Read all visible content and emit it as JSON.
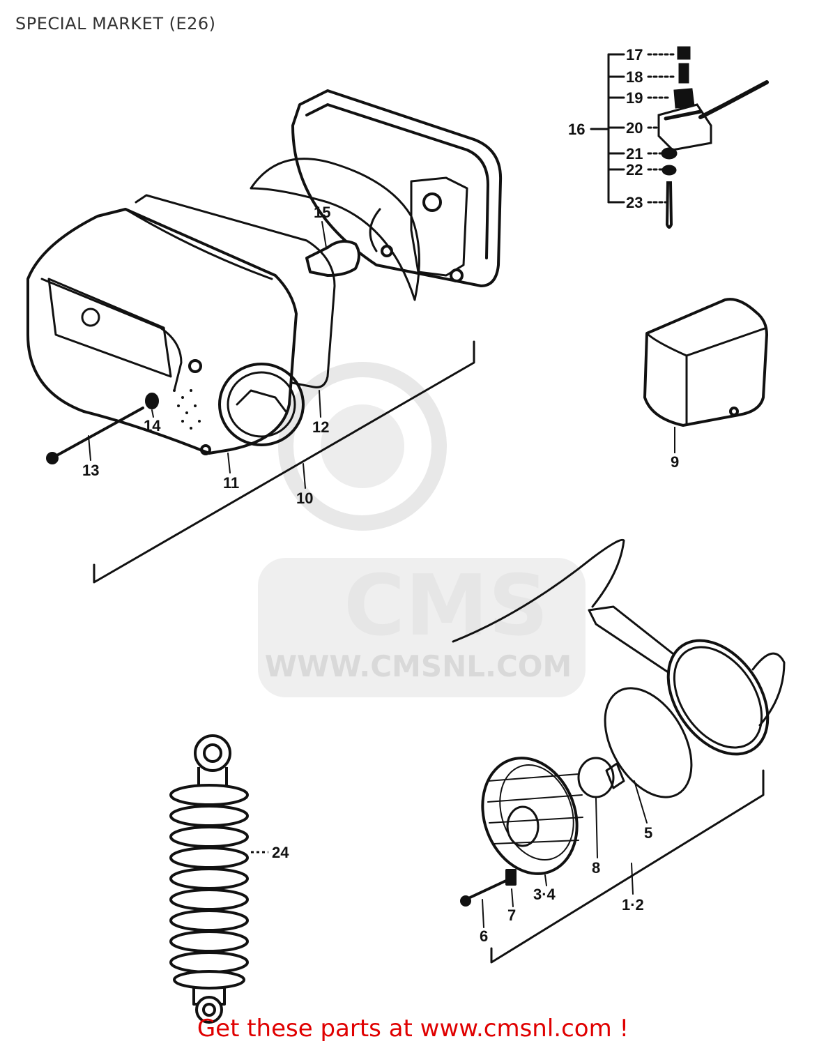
{
  "header": {
    "title": "SPECIAL MARKET (E26)"
  },
  "watermark": {
    "brand": "CMS",
    "url": "WWW.CMSNL.COM"
  },
  "callouts": {
    "p17": "17",
    "p18": "18",
    "p19": "19",
    "p16": "16",
    "p20": "20",
    "p21": "21",
    "p22": "22",
    "p23": "23",
    "p15": "15",
    "p14": "14",
    "p12": "12",
    "p13": "13",
    "p11": "11",
    "p10": "10",
    "p9": "9",
    "p24": "24",
    "p5": "5",
    "p8": "8",
    "p34": "3·4",
    "p12b": "1·2",
    "p6": "6",
    "p7": "7"
  },
  "footer": {
    "link_text": "Get these parts at www.cmsnl.com !"
  },
  "colors": {
    "line": "#111111",
    "watermark": "#e6e6e6",
    "footer": "#e00000"
  }
}
